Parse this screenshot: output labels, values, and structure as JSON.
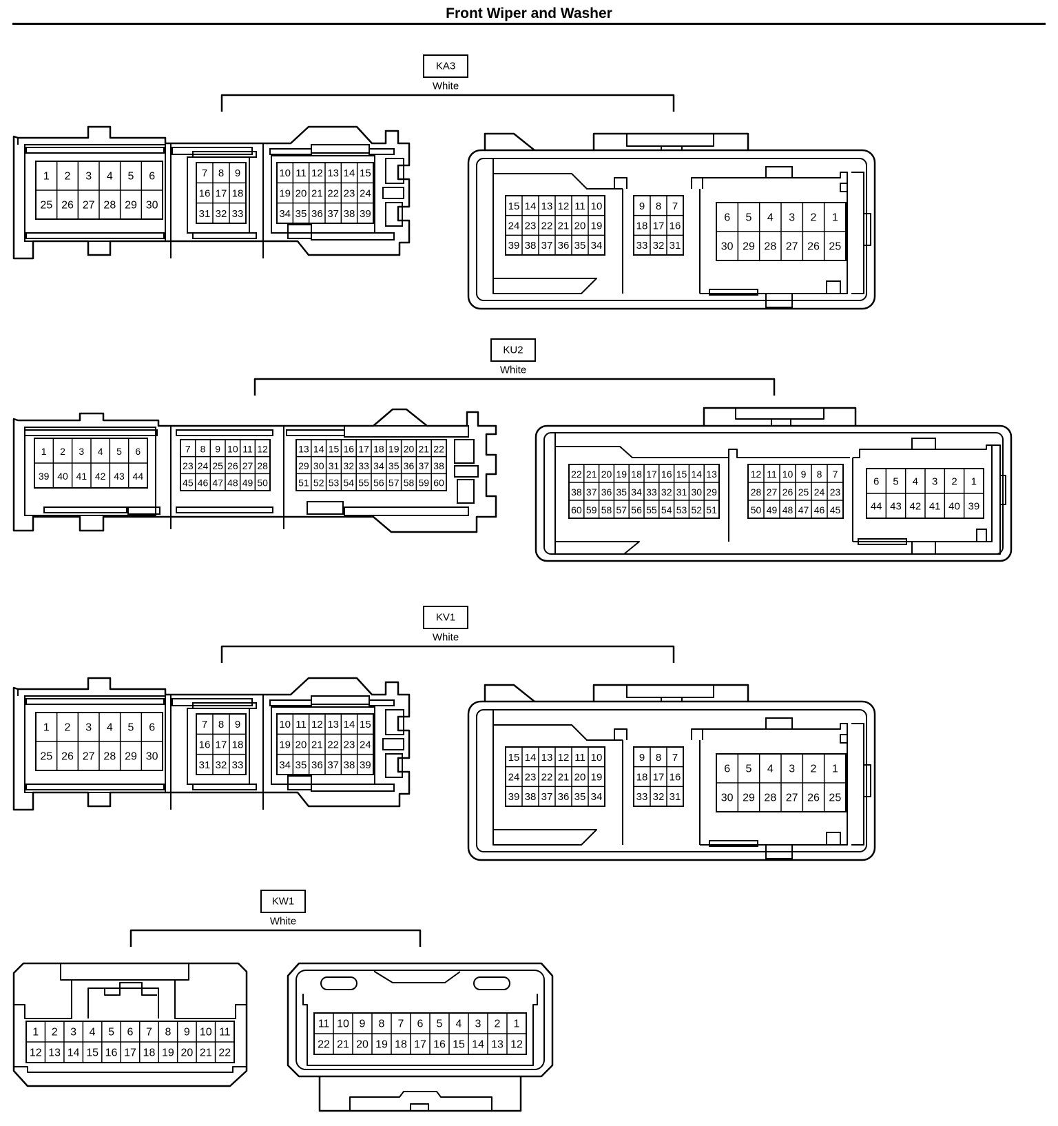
{
  "title": "Front Wiper and Washer",
  "connectors": [
    {
      "id": "KA3",
      "color": "White",
      "male": {
        "blocks": [
          [
            [
              "1",
              "2",
              "3",
              "4",
              "5",
              "6"
            ],
            [
              "25",
              "26",
              "27",
              "28",
              "29",
              "30"
            ]
          ],
          [
            [
              "7",
              "8",
              "9"
            ],
            [
              "16",
              "17",
              "18"
            ],
            [
              "31",
              "32",
              "33"
            ]
          ],
          [
            [
              "10",
              "11",
              "12",
              "13",
              "14",
              "15"
            ],
            [
              "19",
              "20",
              "21",
              "22",
              "23",
              "24"
            ],
            [
              "34",
              "35",
              "36",
              "37",
              "38",
              "39"
            ]
          ]
        ]
      },
      "female": {
        "blocks": [
          [
            [
              "15",
              "14",
              "13",
              "12",
              "11",
              "10"
            ],
            [
              "24",
              "23",
              "22",
              "21",
              "20",
              "19"
            ],
            [
              "39",
              "38",
              "37",
              "36",
              "35",
              "34"
            ]
          ],
          [
            [
              "9",
              "8",
              "7"
            ],
            [
              "18",
              "17",
              "16"
            ],
            [
              "33",
              "32",
              "31"
            ]
          ],
          [
            [
              "6",
              "5",
              "4",
              "3",
              "2",
              "1"
            ],
            [
              "30",
              "29",
              "28",
              "27",
              "26",
              "25"
            ]
          ]
        ]
      }
    },
    {
      "id": "KU2",
      "color": "White",
      "male": {
        "blocks": [
          [
            [
              "1",
              "2",
              "3",
              "4",
              "5",
              "6"
            ],
            [
              "39",
              "40",
              "41",
              "42",
              "43",
              "44"
            ]
          ],
          [
            [
              "7",
              "8",
              "9",
              "10",
              "11",
              "12"
            ],
            [
              "23",
              "24",
              "25",
              "26",
              "27",
              "28"
            ],
            [
              "45",
              "46",
              "47",
              "48",
              "49",
              "50"
            ]
          ],
          [
            [
              "13",
              "14",
              "15",
              "16",
              "17",
              "18",
              "19",
              "20",
              "21",
              "22"
            ],
            [
              "29",
              "30",
              "31",
              "32",
              "33",
              "34",
              "35",
              "36",
              "37",
              "38"
            ],
            [
              "51",
              "52",
              "53",
              "54",
              "55",
              "56",
              "57",
              "58",
              "59",
              "60"
            ]
          ]
        ]
      },
      "female": {
        "blocks": [
          [
            [
              "22",
              "21",
              "20",
              "19",
              "18",
              "17",
              "16",
              "15",
              "14",
              "13"
            ],
            [
              "38",
              "37",
              "36",
              "35",
              "34",
              "33",
              "32",
              "31",
              "30",
              "29"
            ],
            [
              "60",
              "59",
              "58",
              "57",
              "56",
              "55",
              "54",
              "53",
              "52",
              "51"
            ]
          ],
          [
            [
              "12",
              "11",
              "10",
              "9",
              "8",
              "7"
            ],
            [
              "28",
              "27",
              "26",
              "25",
              "24",
              "23"
            ],
            [
              "50",
              "49",
              "48",
              "47",
              "46",
              "45"
            ]
          ],
          [
            [
              "6",
              "5",
              "4",
              "3",
              "2",
              "1"
            ],
            [
              "44",
              "43",
              "42",
              "41",
              "40",
              "39"
            ]
          ]
        ]
      }
    },
    {
      "id": "KV1",
      "color": "White",
      "male": {
        "blocks": [
          [
            [
              "1",
              "2",
              "3",
              "4",
              "5",
              "6"
            ],
            [
              "25",
              "26",
              "27",
              "28",
              "29",
              "30"
            ]
          ],
          [
            [
              "7",
              "8",
              "9"
            ],
            [
              "16",
              "17",
              "18"
            ],
            [
              "31",
              "32",
              "33"
            ]
          ],
          [
            [
              "10",
              "11",
              "12",
              "13",
              "14",
              "15"
            ],
            [
              "19",
              "20",
              "21",
              "22",
              "23",
              "24"
            ],
            [
              "34",
              "35",
              "36",
              "37",
              "38",
              "39"
            ]
          ]
        ]
      },
      "female": {
        "blocks": [
          [
            [
              "15",
              "14",
              "13",
              "12",
              "11",
              "10"
            ],
            [
              "24",
              "23",
              "22",
              "21",
              "20",
              "19"
            ],
            [
              "39",
              "38",
              "37",
              "36",
              "35",
              "34"
            ]
          ],
          [
            [
              "9",
              "8",
              "7"
            ],
            [
              "18",
              "17",
              "16"
            ],
            [
              "33",
              "32",
              "31"
            ]
          ],
          [
            [
              "6",
              "5",
              "4",
              "3",
              "2",
              "1"
            ],
            [
              "30",
              "29",
              "28",
              "27",
              "26",
              "25"
            ]
          ]
        ]
      }
    },
    {
      "id": "KW1",
      "color": "White",
      "male": {
        "blocks": [
          [
            [
              "1",
              "2",
              "3",
              "4",
              "5",
              "6",
              "7",
              "8",
              "9",
              "10",
              "11"
            ],
            [
              "12",
              "13",
              "14",
              "15",
              "16",
              "17",
              "18",
              "19",
              "20",
              "21",
              "22"
            ]
          ]
        ]
      },
      "female": {
        "blocks": [
          [
            [
              "11",
              "10",
              "9",
              "8",
              "7",
              "6",
              "5",
              "4",
              "3",
              "2",
              "1"
            ],
            [
              "22",
              "21",
              "20",
              "19",
              "18",
              "17",
              "16",
              "15",
              "14",
              "13",
              "12"
            ]
          ]
        ]
      }
    }
  ]
}
